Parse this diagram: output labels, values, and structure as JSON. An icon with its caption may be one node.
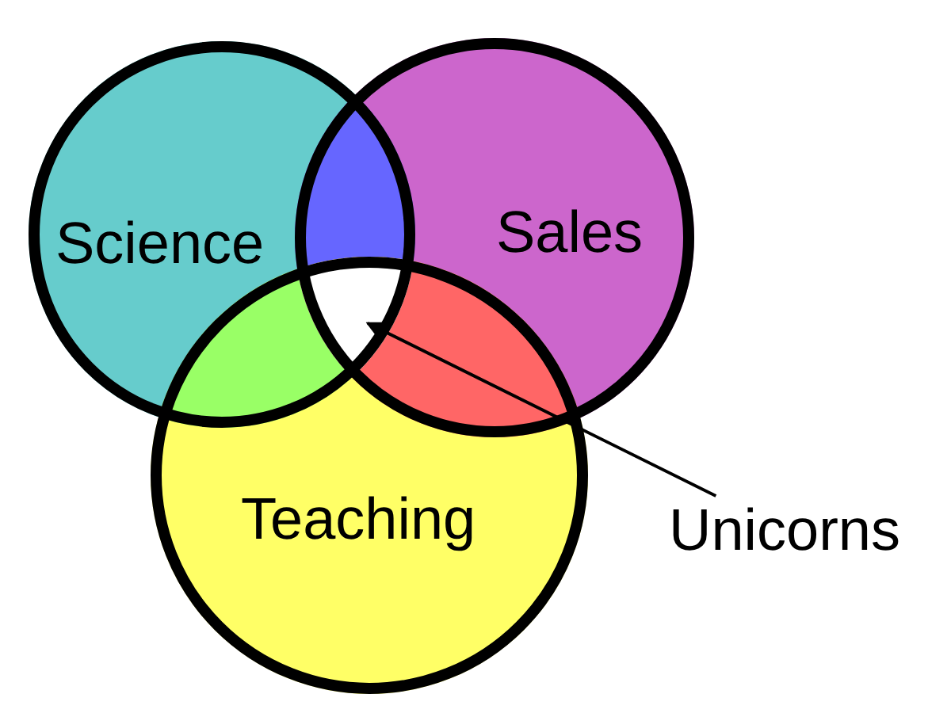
{
  "diagram": {
    "nodes": [
      {
        "text": [
          "Science"
        ]
      },
      {
        "text": [
          "Sales"
        ]
      },
      {
        "text": [
          "Teaching"
        ]
      },
      {
        "text": [
          "Unicorns"
        ]
      },
      {
        "text": [],
        "shape": "region"
      }
    ],
    "edges": [
      {
        "from": 3,
        "to": 4,
        "arrow": "to"
      }
    ]
  }
}
